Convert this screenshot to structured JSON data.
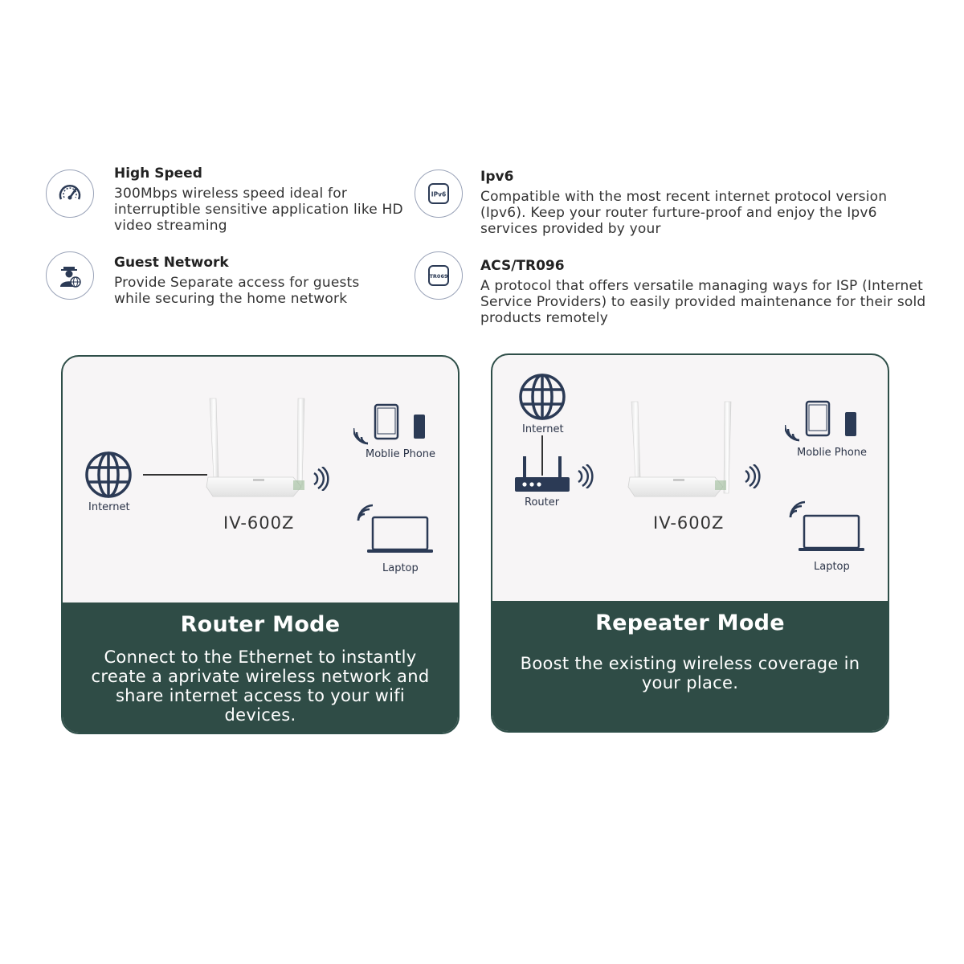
{
  "features": [
    {
      "title": "High Speed",
      "description": "300Mbps wireless speed ideal for interruptible sensitive application like HD video streaming",
      "icon": "speedometer-icon"
    },
    {
      "title": "Ipv6",
      "description": "Compatible with the most recent internet protocol version (Ipv6). Keep your router furture-proof and enjoy the Ipv6 services provided by your",
      "icon": "ipv6-icon",
      "icon_text": "IPv6"
    },
    {
      "title": "Guest Network",
      "description": "Provide Separate access for guests while securing the home network",
      "icon": "guest-user-icon"
    },
    {
      "title": "ACS/TR096",
      "description": "A protocol that offers versatile managing ways for ISP (Internet Service Providers) to easily provided maintenance for their sold products remotely",
      "icon": "tr069-icon",
      "icon_text": "TR069"
    }
  ],
  "router_mode": {
    "title": "Router Mode",
    "description": "Connect to the Ethernet to instantly create a aprivate wireless network and share internet access to your wifi devices.",
    "internet_label": "Internet",
    "model": "IV-600Z",
    "phone_label": "Moblie Phone",
    "laptop_label": "Laptop"
  },
  "repeater_mode": {
    "title": "Repeater Mode",
    "description": "Boost the existing wireless coverage in your place.",
    "internet_label": "Internet",
    "router_label": "Router",
    "model": "IV-600Z",
    "phone_label": "Moblie Phone",
    "laptop_label": "Laptop"
  },
  "colors": {
    "accent": "#2f4c46",
    "icon": "#2b3a55",
    "card_bg": "#f7f5f6"
  }
}
